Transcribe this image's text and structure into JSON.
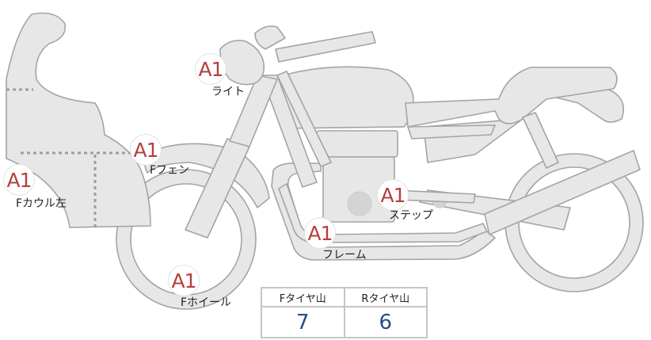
{
  "colors": {
    "body_fill": "#e6e7e6",
    "body_stroke": "#a3a4a3",
    "dotted_line": "#9d9ea0",
    "badge_text": "#b5403c",
    "value_text": "#2b4a8a",
    "table_border": "#c6c6c6"
  },
  "parts": [
    {
      "id": "fcowl-left",
      "badge": "A1",
      "label": "Fカウル左"
    },
    {
      "id": "light",
      "badge": "A1",
      "label": "ライト"
    },
    {
      "id": "ffender",
      "badge": "A1",
      "label": "Fフェン"
    },
    {
      "id": "step",
      "badge": "A1",
      "label": "ステップ"
    },
    {
      "id": "frame",
      "badge": "A1",
      "label": "フレーム"
    },
    {
      "id": "fwheel",
      "badge": "A1",
      "label": "Fホイール"
    }
  ],
  "tread_table": {
    "headers": [
      "Fタイヤ山",
      "Rタイヤ山"
    ],
    "values": [
      "7",
      "6"
    ]
  }
}
